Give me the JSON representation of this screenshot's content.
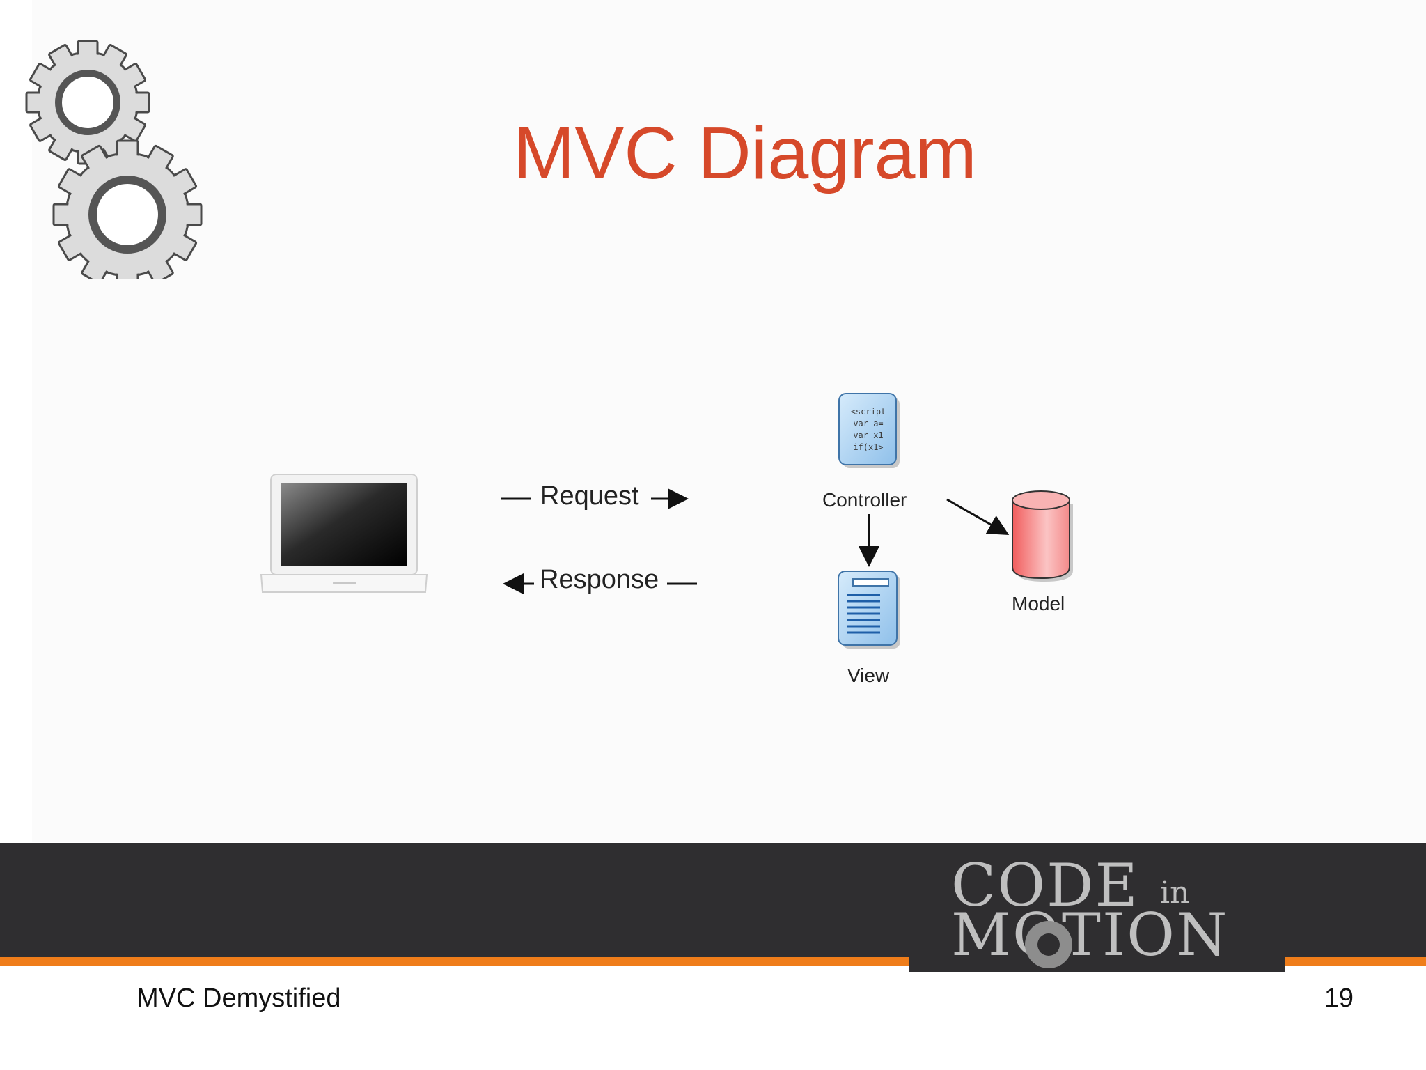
{
  "slide": {
    "title": "MVC Diagram",
    "footer_title": "MVC Demystified",
    "page_number": "19"
  },
  "diagram": {
    "request_label": "Request",
    "response_label": "Response",
    "controller_label": "Controller",
    "view_label": "View",
    "model_label": "Model",
    "controller_icon_lines": [
      "<script",
      "var a=",
      "var x1",
      "if(x1>"
    ]
  },
  "branding": {
    "logo_line1": "CODE",
    "logo_in": "in",
    "logo_line2": "MOTION"
  },
  "colors": {
    "title": "#d6492a",
    "footer_band": "#2f2e30",
    "footer_stripe": "#ef7d1a",
    "controller_blue": "#9cc8ee",
    "model_red": "#f27b7b"
  },
  "icons": [
    "gears-icon",
    "laptop-icon",
    "controller-script-icon",
    "view-document-icon",
    "model-database-icon"
  ]
}
